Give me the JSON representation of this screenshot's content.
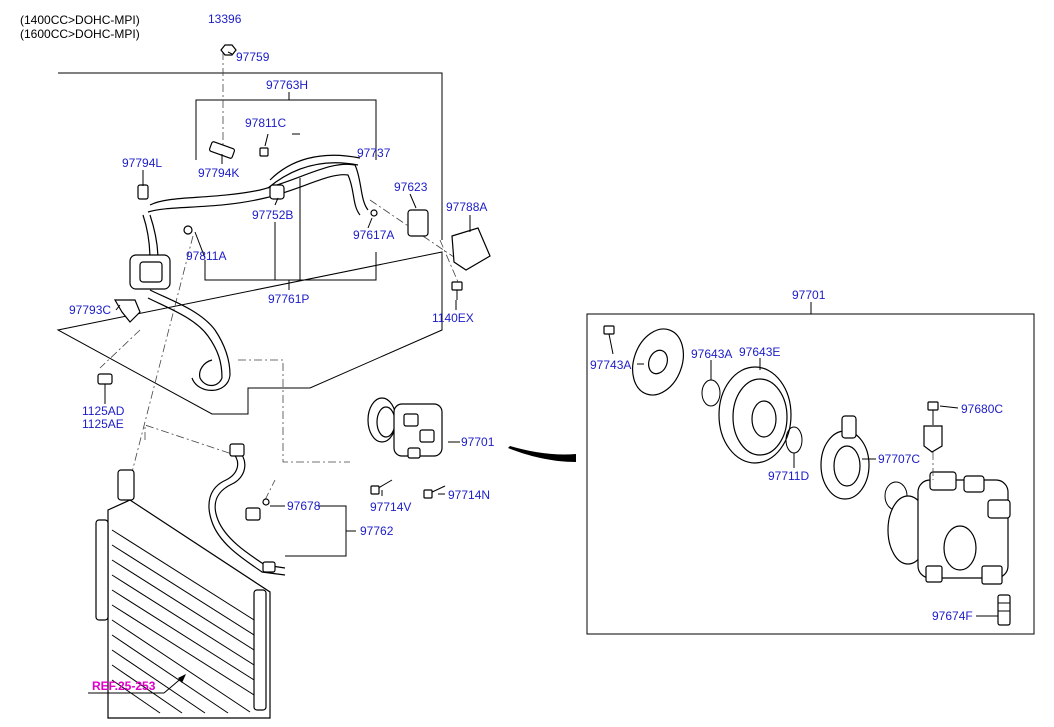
{
  "header": {
    "line1": "(1400CC>DOHC-MPI)",
    "line2": "(1600CC>DOHC-MPI)"
  },
  "reference": "REF.25-253",
  "labels": {
    "p13396": "13396",
    "p97759": "97759",
    "p97763H": "97763H",
    "p97811C": "97811C",
    "p97737": "97737",
    "p97794L": "97794L",
    "p97794K": "97794K",
    "p97623": "97623",
    "p97788A": "97788A",
    "p97752B": "97752B",
    "p97617A": "97617A",
    "p97811A": "97811A",
    "p97761P": "97761P",
    "p97793C": "97793C",
    "p1140EX": "1140EX",
    "p1125AD": "1125AD",
    "p1125AE": "1125AE",
    "p97701a": "97701",
    "p97714V": "97714V",
    "p97714N": "97714N",
    "p97678": "97678",
    "p97762": "97762",
    "p97701b": "97701",
    "p97743A": "97743A",
    "p97643A": "97643A",
    "p97643E": "97643E",
    "p97680C": "97680C",
    "p97711D": "97711D",
    "p97707C": "97707C",
    "p97674F": "97674F"
  },
  "colors": {
    "label": "#1c1cc8",
    "reference": "#e000c8",
    "line": "#000000"
  }
}
